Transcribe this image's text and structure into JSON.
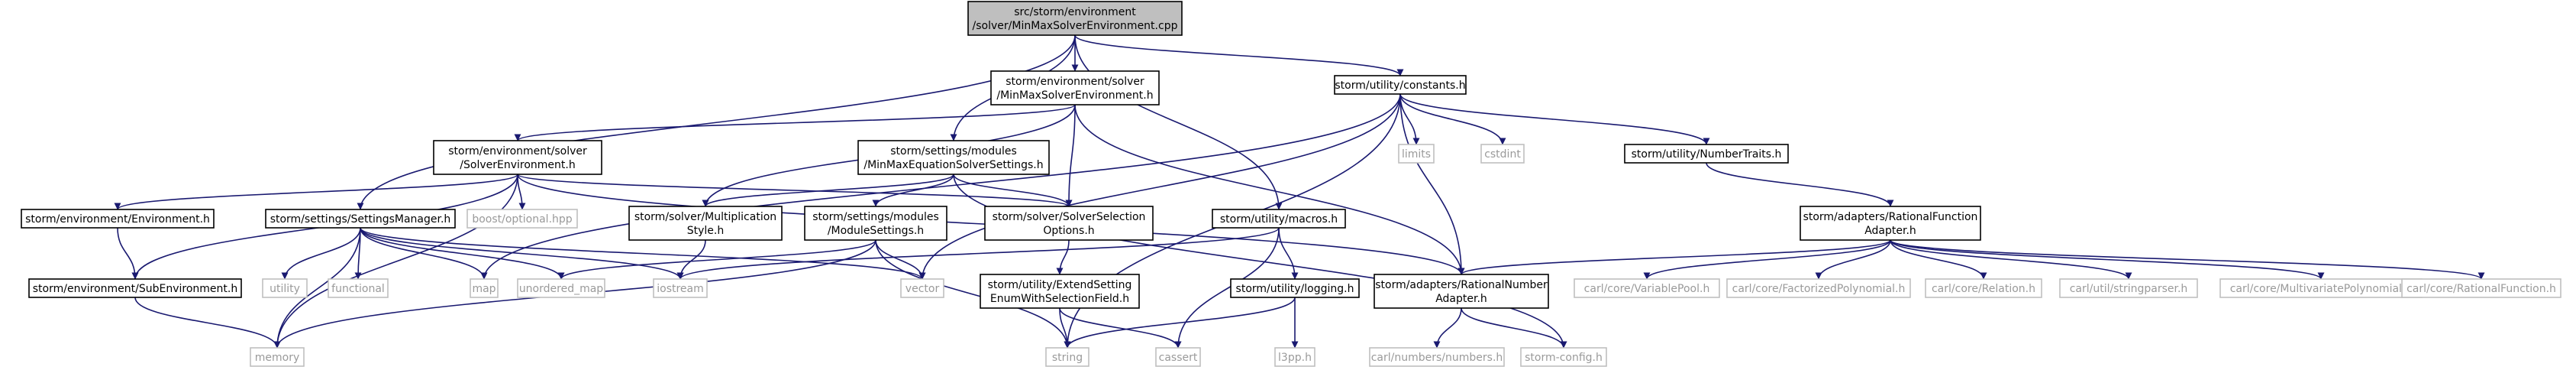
{
  "diagram": {
    "nodes": [
      {
        "id": "root",
        "kind": "root",
        "lines": [
          "src/storm/environment",
          "/solver/MinMaxSolverEnvironment.cpp"
        ]
      },
      {
        "id": "minmaxenv",
        "kind": "local",
        "lines": [
          "storm/environment/solver",
          "/MinMaxSolverEnvironment.h"
        ]
      },
      {
        "id": "constants",
        "kind": "local",
        "lines": [
          "storm/utility/constants.h"
        ]
      },
      {
        "id": "solverenv",
        "kind": "local",
        "lines": [
          "storm/environment/solver",
          "/SolverEnvironment.h"
        ]
      },
      {
        "id": "minmaxeqset",
        "kind": "local",
        "lines": [
          "storm/settings/modules",
          "/MinMaxEquationSolverSettings.h"
        ]
      },
      {
        "id": "limits",
        "kind": "sys",
        "lines": [
          "limits"
        ]
      },
      {
        "id": "cstdint",
        "kind": "sys",
        "lines": [
          "cstdint"
        ]
      },
      {
        "id": "numbertraits",
        "kind": "local",
        "lines": [
          "storm/utility/NumberTraits.h"
        ]
      },
      {
        "id": "environment",
        "kind": "local",
        "lines": [
          "storm/environment/Environment.h"
        ]
      },
      {
        "id": "settingsmgr",
        "kind": "local",
        "lines": [
          "storm/settings/SettingsManager.h"
        ]
      },
      {
        "id": "boostopt",
        "kind": "sys",
        "lines": [
          "boost/optional.hpp"
        ]
      },
      {
        "id": "multstyle",
        "kind": "local",
        "lines": [
          "storm/solver/Multiplication",
          "Style.h"
        ]
      },
      {
        "id": "modulesettings",
        "kind": "local",
        "lines": [
          "storm/settings/modules",
          "/ModuleSettings.h"
        ]
      },
      {
        "id": "solversel",
        "kind": "local",
        "lines": [
          "storm/solver/SolverSelection",
          "Options.h"
        ]
      },
      {
        "id": "macros",
        "kind": "local",
        "lines": [
          "storm/utility/macros.h"
        ]
      },
      {
        "id": "rfadapter",
        "kind": "local",
        "lines": [
          "storm/adapters/RationalFunction",
          "Adapter.h"
        ]
      },
      {
        "id": "subenv",
        "kind": "local",
        "lines": [
          "storm/environment/SubEnvironment.h"
        ]
      },
      {
        "id": "utility",
        "kind": "sys",
        "lines": [
          "utility"
        ]
      },
      {
        "id": "functional",
        "kind": "sys",
        "lines": [
          "functional"
        ]
      },
      {
        "id": "map",
        "kind": "sys",
        "lines": [
          "map"
        ]
      },
      {
        "id": "unorderedmap",
        "kind": "sys",
        "lines": [
          "unordered_map"
        ]
      },
      {
        "id": "iostream",
        "kind": "sys",
        "lines": [
          "iostream"
        ]
      },
      {
        "id": "vector",
        "kind": "sys",
        "lines": [
          "vector"
        ]
      },
      {
        "id": "extsetting",
        "kind": "local",
        "lines": [
          "storm/utility/ExtendSetting",
          "EnumWithSelectionField.h"
        ]
      },
      {
        "id": "logging",
        "kind": "local",
        "lines": [
          "storm/utility/logging.h"
        ]
      },
      {
        "id": "rnadapter",
        "kind": "local",
        "lines": [
          "storm/adapters/RationalNumber",
          "Adapter.h"
        ]
      },
      {
        "id": "varpool",
        "kind": "sys",
        "lines": [
          "carl/core/VariablePool.h"
        ]
      },
      {
        "id": "factpoly",
        "kind": "sys",
        "lines": [
          "carl/core/FactorizedPolynomial.h"
        ]
      },
      {
        "id": "relation",
        "kind": "sys",
        "lines": [
          "carl/core/Relation.h"
        ]
      },
      {
        "id": "stringparser",
        "kind": "sys",
        "lines": [
          "carl/util/stringparser.h"
        ]
      },
      {
        "id": "multipoly",
        "kind": "sys",
        "lines": [
          "carl/core/MultivariatePolynomial.h"
        ]
      },
      {
        "id": "ratfunc",
        "kind": "sys",
        "lines": [
          "carl/core/RationalFunction.h"
        ]
      },
      {
        "id": "memory",
        "kind": "sys",
        "lines": [
          "memory"
        ]
      },
      {
        "id": "string",
        "kind": "sys",
        "lines": [
          "string"
        ]
      },
      {
        "id": "cassert",
        "kind": "sys",
        "lines": [
          "cassert"
        ]
      },
      {
        "id": "l3pp",
        "kind": "sys",
        "lines": [
          "l3pp.h"
        ]
      },
      {
        "id": "carlnumbers",
        "kind": "sys",
        "lines": [
          "carl/numbers/numbers.h"
        ]
      },
      {
        "id": "stormconfig",
        "kind": "sys",
        "lines": [
          "storm-config.h"
        ]
      }
    ],
    "edges": [
      [
        "root",
        "minmaxenv"
      ],
      [
        "root",
        "constants"
      ],
      [
        "root",
        "minmaxeqset"
      ],
      [
        "root",
        "settingsmgr"
      ],
      [
        "root",
        "macros"
      ],
      [
        "minmaxenv",
        "solverenv"
      ],
      [
        "minmaxenv",
        "multstyle"
      ],
      [
        "minmaxenv",
        "solversel"
      ],
      [
        "minmaxenv",
        "rnadapter"
      ],
      [
        "constants",
        "limits"
      ],
      [
        "constants",
        "cstdint"
      ],
      [
        "constants",
        "numbertraits"
      ],
      [
        "constants",
        "map"
      ],
      [
        "constants",
        "vector"
      ],
      [
        "constants",
        "string"
      ],
      [
        "constants",
        "rnadapter"
      ],
      [
        "solverenv",
        "environment"
      ],
      [
        "solverenv",
        "boostopt"
      ],
      [
        "solverenv",
        "memory"
      ],
      [
        "solverenv",
        "solversel"
      ],
      [
        "solverenv",
        "subenv"
      ],
      [
        "solverenv",
        "rnadapter"
      ],
      [
        "minmaxeqset",
        "multstyle"
      ],
      [
        "minmaxeqset",
        "modulesettings"
      ],
      [
        "minmaxeqset",
        "solversel"
      ],
      [
        "minmaxeqset",
        "stormconfig"
      ],
      [
        "numbertraits",
        "rfadapter"
      ],
      [
        "environment",
        "subenv"
      ],
      [
        "subenv",
        "memory"
      ],
      [
        "settingsmgr",
        "utility"
      ],
      [
        "settingsmgr",
        "functional"
      ],
      [
        "settingsmgr",
        "map"
      ],
      [
        "settingsmgr",
        "unorderedmap"
      ],
      [
        "settingsmgr",
        "iostream"
      ],
      [
        "settingsmgr",
        "vector"
      ],
      [
        "settingsmgr",
        "memory"
      ],
      [
        "multstyle",
        "iostream"
      ],
      [
        "modulesettings",
        "unorderedmap"
      ],
      [
        "modulesettings",
        "vector"
      ],
      [
        "modulesettings",
        "memory"
      ],
      [
        "modulesettings",
        "string"
      ],
      [
        "solversel",
        "extsetting"
      ],
      [
        "extsetting",
        "string"
      ],
      [
        "extsetting",
        "cassert"
      ],
      [
        "macros",
        "iostream"
      ],
      [
        "macros",
        "logging"
      ],
      [
        "macros",
        "cassert"
      ],
      [
        "logging",
        "string"
      ],
      [
        "logging",
        "l3pp"
      ],
      [
        "rfadapter",
        "rnadapter"
      ],
      [
        "rfadapter",
        "varpool"
      ],
      [
        "rfadapter",
        "factpoly"
      ],
      [
        "rfadapter",
        "relation"
      ],
      [
        "rfadapter",
        "stringparser"
      ],
      [
        "rfadapter",
        "multipoly"
      ],
      [
        "rfadapter",
        "ratfunc"
      ],
      [
        "rnadapter",
        "carlnumbers"
      ],
      [
        "rnadapter",
        "stormconfig"
      ]
    ]
  }
}
